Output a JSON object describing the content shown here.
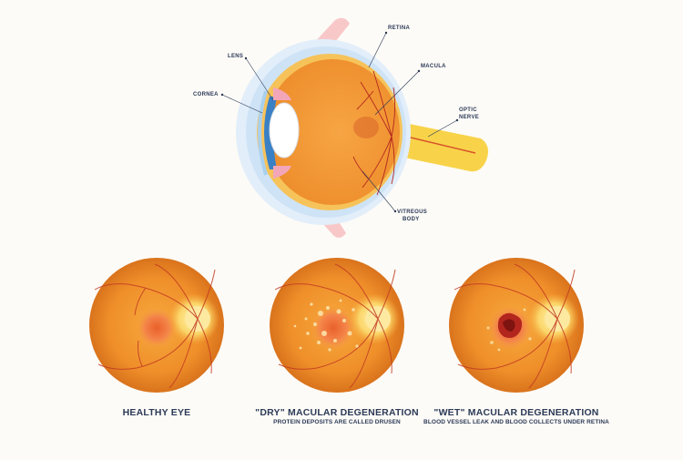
{
  "anatomy": {
    "retina": "RETINA",
    "lens": "LENS",
    "macula": "MACULA",
    "cornea": "CORNEA",
    "optic_nerve_line1": "OPTIC",
    "optic_nerve_line2": "NERVE",
    "vitreous_line1": "VITREOUS",
    "vitreous_line2": "BODY"
  },
  "fundus_panels": [
    {
      "title": "HEALTHY EYE",
      "subtitle": ""
    },
    {
      "title": "\"DRY\" MACULAR DEGENERATION",
      "subtitle": "PROTEIN DEPOSITS ARE CALLED DRUSEN"
    },
    {
      "title": "\"WET\" MACULAR DEGENERATION",
      "subtitle": "BLOOD VESSEL LEAK AND BLOOD COLLECTS UNDER RETINA"
    }
  ],
  "colors": {
    "label_text": "#2b3a57",
    "eyeball": "#f39a3a",
    "retina_layer": "#f6c35a",
    "sclera": "#cfe3f6",
    "optic_nerve": "#f8d34a",
    "lens": "#ffffff",
    "muscle": "#f8c8c8",
    "blood": "#b3261e"
  }
}
